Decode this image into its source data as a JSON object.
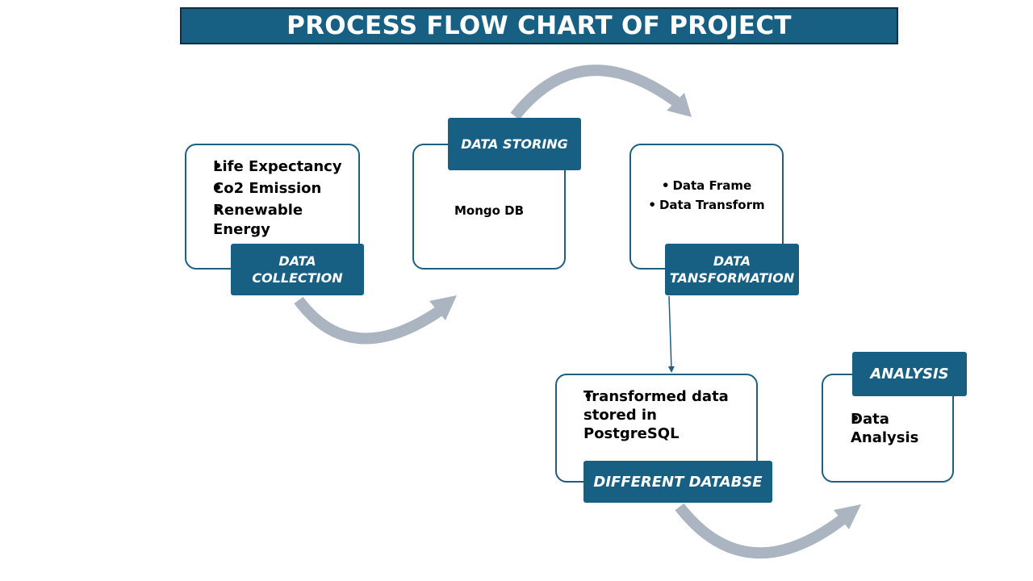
{
  "title": "PROCESS FLOW CHART OF PROJECT",
  "steps": {
    "collection": {
      "label_line1": "DATA",
      "label_line2": "COLLECTION",
      "items": [
        "Life Expectancy",
        "Co2 Emission",
        "Renewable Energy"
      ]
    },
    "storing": {
      "label": "DATA STORING",
      "content": "Mongo DB"
    },
    "transformation": {
      "label_line1": "DATA",
      "label_line2": "TANSFORMATION",
      "items": [
        "Data Frame",
        "Data Transform"
      ]
    },
    "database": {
      "label": "DIFFERENT DATABSE",
      "items": [
        "Transformed data stored in PostgreSQL"
      ]
    },
    "analysis": {
      "label": "ANALYSIS",
      "items": [
        "Data Analysis"
      ]
    }
  },
  "colors": {
    "tag_fill": "#176084",
    "box_border": "#1f5f80",
    "arrow": "#aab5c1",
    "title_border": "#0d2f44"
  }
}
